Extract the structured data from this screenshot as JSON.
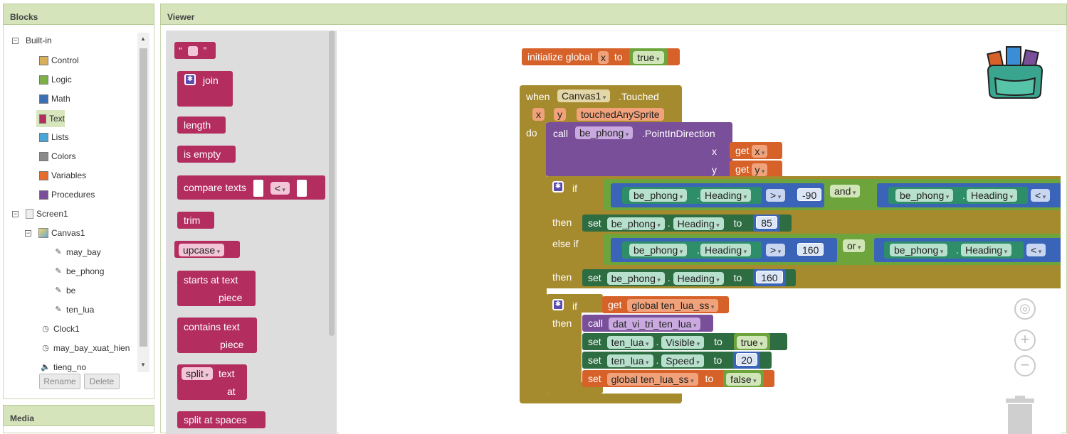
{
  "blocks_panel": {
    "title": "Blocks",
    "builtin_label": "Built-in",
    "categories": [
      {
        "label": "Control",
        "color": "#d9b05a"
      },
      {
        "label": "Logic",
        "color": "#7fb043"
      },
      {
        "label": "Math",
        "color": "#3d6fb5"
      },
      {
        "label": "Text",
        "color": "#b32d5e"
      },
      {
        "label": "Lists",
        "color": "#4aa6d6"
      },
      {
        "label": "Colors",
        "color": "#8a8a8a"
      },
      {
        "label": "Variables",
        "color": "#e86c2e"
      },
      {
        "label": "Procedures",
        "color": "#7a4f9a"
      }
    ],
    "components": {
      "screen": "Screen1",
      "canvas": "Canvas1",
      "sprites": [
        "may_bay",
        "be_phong",
        "be",
        "ten_lua"
      ],
      "clock1": "Clock1",
      "clock2": "may_bay_xuat_hien",
      "sound": "tieng_no"
    },
    "rename_label": "Rename",
    "delete_label": "Delete"
  },
  "media_panel": {
    "title": "Media"
  },
  "viewer": {
    "title": "Viewer"
  },
  "flyout": {
    "quote_open": "“",
    "quote_close": "”",
    "join": "join",
    "length": "length",
    "is_empty": "is empty",
    "compare_texts": "compare texts",
    "compare_op": "<",
    "trim": "trim",
    "upcase": "upcase",
    "starts_at_text": "starts at  text",
    "piece": "piece",
    "contains_text": "contains  text",
    "piece2": "piece",
    "split": "split",
    "text": "text",
    "at": "at",
    "split_at_spaces": "split at spaces"
  },
  "workspace": {
    "init": {
      "label": "initialize global",
      "var": "x",
      "to": "to",
      "value": "true"
    },
    "event": {
      "when": "when",
      "component": "Canvas1",
      "event": ".Touched",
      "params": [
        "x",
        "y",
        "touchedAnySprite"
      ],
      "do": "do"
    },
    "call_point": {
      "call": "call",
      "component": "be_phong",
      "method": ".PointInDirection",
      "x_label": "x",
      "y_label": "y",
      "get": "get",
      "get_x": "x",
      "get_y": "y"
    },
    "if1": {
      "if": "if",
      "then": "then",
      "else_if": "else if",
      "then2": "then",
      "cond1": {
        "component": "be_phong",
        "prop": "Heading",
        "op": ">",
        "value": "-90"
      },
      "and": "and",
      "cond2": {
        "component": "be_phong",
        "prop": "Heading",
        "op": "<"
      },
      "set1": {
        "set": "set",
        "component": "be_phong",
        "prop": "Heading",
        "to": "to",
        "value": "85"
      },
      "cond3": {
        "component": "be_phong",
        "prop": "Heading",
        "op": ">",
        "value": "160"
      },
      "or": "or",
      "cond4": {
        "component": "be_phong",
        "prop": "Heading",
        "op": "<"
      },
      "set2": {
        "set": "set",
        "component": "be_phong",
        "prop": "Heading",
        "to": "to",
        "value": "160"
      }
    },
    "if2": {
      "if": "if",
      "get": "get",
      "global_var": "global ten_lua_ss",
      "then": "then",
      "call": "call",
      "proc": "dat_vi_tri_ten_lua",
      "set_visible": {
        "set": "set",
        "component": "ten_lua",
        "prop": "Visible",
        "to": "to",
        "value": "true"
      },
      "set_speed": {
        "set": "set",
        "component": "ten_lua",
        "prop": "Speed",
        "to": "to",
        "value": "20"
      },
      "set_global": {
        "set": "set",
        "var": "global ten_lua_ss",
        "to": "to",
        "value": "false"
      }
    }
  },
  "colors": {
    "control": "#a58a2e",
    "procedure": "#7a4f9a",
    "logic": "#6da43b",
    "math": "#3a64b8",
    "component_set": "#2e6c42",
    "variable": "#d6622a",
    "text": "#b32d5e"
  }
}
